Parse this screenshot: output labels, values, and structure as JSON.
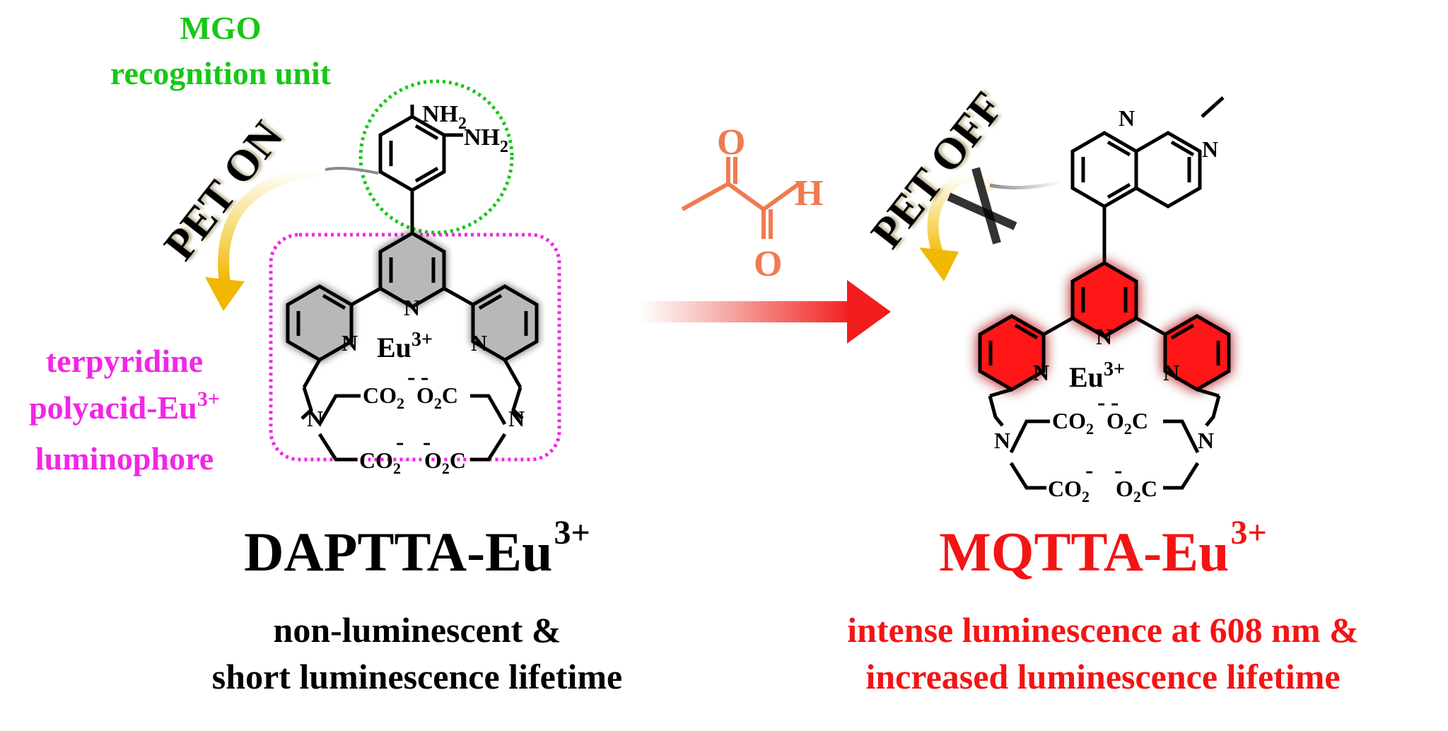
{
  "left": {
    "recognition_unit": {
      "line1": "MGO",
      "line2": "recognition unit"
    },
    "luminophore": {
      "line1": "terpyridine",
      "line2_pre": "polyacid-Eu",
      "line2_sup": "3+",
      "line3": "luminophore"
    },
    "pet_label": "PET ON",
    "compound": {
      "name": "DAPTTA-Eu",
      "charge": "3+"
    },
    "description": {
      "line1": "non-luminescent &",
      "line2": "short luminescence lifetime"
    }
  },
  "right": {
    "pet_label": "PET OFF",
    "compound": {
      "name": "MQTTA-Eu",
      "charge": "3+"
    },
    "description": {
      "line1": "intense luminescence at 608 nm &",
      "line2": "increased luminescence lifetime"
    }
  },
  "structure_labels": {
    "nh2": "NH",
    "nh2_sub": "2",
    "N": "N",
    "O": "O",
    "H": "H",
    "eu": "Eu",
    "eu_sup": "3+",
    "co2": "CO",
    "o2c": "O",
    "sub2": "2",
    "c": "C",
    "minus": "-"
  },
  "colors": {
    "recognition": "#16c816",
    "luminophore": "#f226e6",
    "active": "#f41414",
    "pet": "#f5c518",
    "reagent": "#f07a50",
    "ring_fill": "#b8b8b8"
  }
}
